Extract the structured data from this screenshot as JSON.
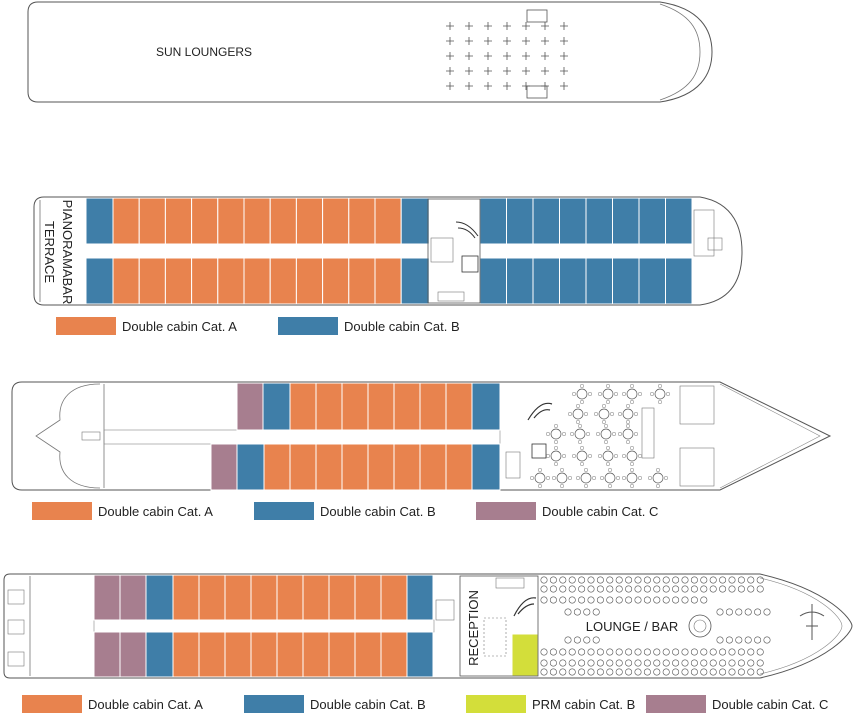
{
  "colors": {
    "cat_a": "#E8834E",
    "cat_b": "#3F7EA8",
    "cat_c": "#A77E8F",
    "prm_b": "#D3DE3A",
    "outline": "#555555"
  },
  "decks": {
    "sun": {
      "label": "SUN LOUNGERS"
    },
    "upper": {
      "label_bar": "PIANORAMABAR",
      "label_terrace": "TERRACE"
    },
    "main": {},
    "lower": {
      "reception_label": "RECEPTION",
      "lounge_label": "LOUNGE / BAR"
    }
  },
  "legends": {
    "upper": [
      {
        "label": "Double cabin Cat. A",
        "color": "cat_a"
      },
      {
        "label": "Double cabin Cat. B",
        "color": "cat_b"
      }
    ],
    "main": [
      {
        "label": "Double cabin Cat. A",
        "color": "cat_a"
      },
      {
        "label": "Double cabin Cat. B",
        "color": "cat_b"
      },
      {
        "label": "Double cabin Cat. C",
        "color": "cat_c"
      }
    ],
    "lower": [
      {
        "label": "Double cabin Cat. A",
        "color": "cat_a"
      },
      {
        "label": "Double cabin Cat. B",
        "color": "cat_b"
      },
      {
        "label": "PRM cabin Cat. B",
        "color": "prm_b"
      },
      {
        "label": "Double cabin Cat. C",
        "color": "cat_c"
      }
    ]
  }
}
